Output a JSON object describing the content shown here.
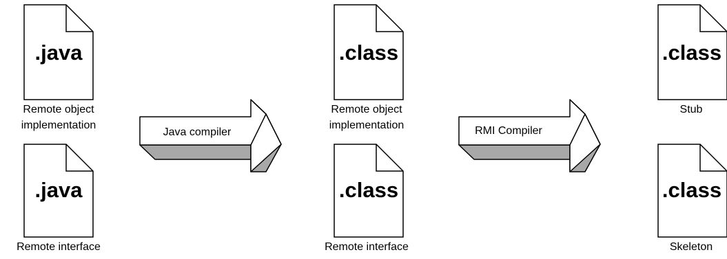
{
  "diagram": {
    "source_files": [
      {
        "extension": ".java",
        "caption_lines": [
          "Remote object",
          "implementation"
        ]
      },
      {
        "extension": ".java",
        "caption_lines": [
          "Remote interface"
        ]
      }
    ],
    "compiled_files": [
      {
        "extension": ".class",
        "caption_lines": [
          "Remote object",
          "implementation"
        ]
      },
      {
        "extension": ".class",
        "caption_lines": [
          "Remote interface"
        ]
      }
    ],
    "rmi_outputs": [
      {
        "extension": ".class",
        "caption_lines": [
          "Stub"
        ]
      },
      {
        "extension": ".class",
        "caption_lines": [
          "Skeleton"
        ]
      }
    ],
    "arrows": [
      {
        "label": "Java compiler"
      },
      {
        "label": "RMI Compiler"
      }
    ],
    "colors": {
      "outline": "#000000",
      "arrow_face": "#ffffff",
      "arrow_shadow": "#a8a8a8"
    }
  }
}
